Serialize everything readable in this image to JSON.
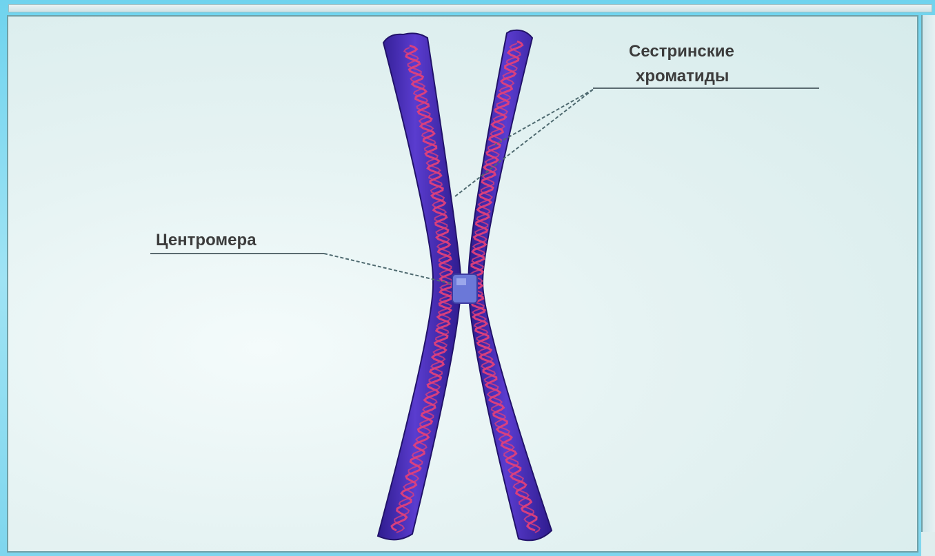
{
  "labels": {
    "sister_chromatids_line1": "Сестринские",
    "sister_chromatids_line2": "хроматиды",
    "centromere": "Центромера"
  },
  "colors": {
    "chromatid_body": "#4a2db0",
    "chromatid_edge": "#2a1878",
    "dna_helix": "#e0407a",
    "centromere": "#6b78d8",
    "leader_line": "#5a6a70"
  }
}
